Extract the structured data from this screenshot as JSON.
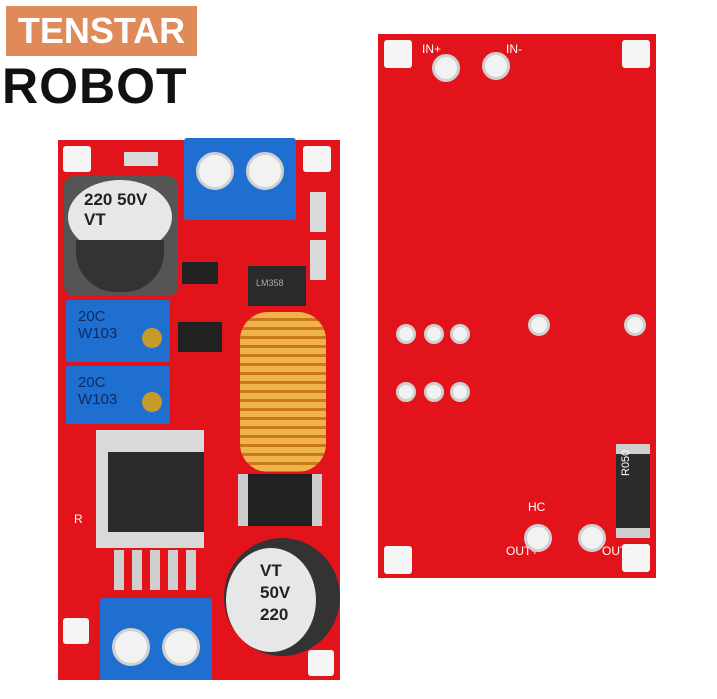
{
  "brand": {
    "line1": "TENSTAR",
    "line2": "ROBOT",
    "box_color": "#e08a5a"
  },
  "front_board": {
    "cap_top_labels": [
      "220",
      "50V",
      "VT"
    ],
    "cap_bottom_labels": [
      "VT",
      "50V",
      "220"
    ],
    "pot_labels": [
      "20C",
      "W103"
    ],
    "ic_label": "LM358",
    "silk_r": "R",
    "pcb_color": "#e3131b",
    "terminal_color": "#1f6fd1",
    "inductor_color": "#e9a23a"
  },
  "back_board": {
    "in_plus": "IN+",
    "in_minus": "IN-",
    "out_plus": "OUT+",
    "out_minus": "OUT-",
    "hc": "HC",
    "shunt": "R050"
  }
}
